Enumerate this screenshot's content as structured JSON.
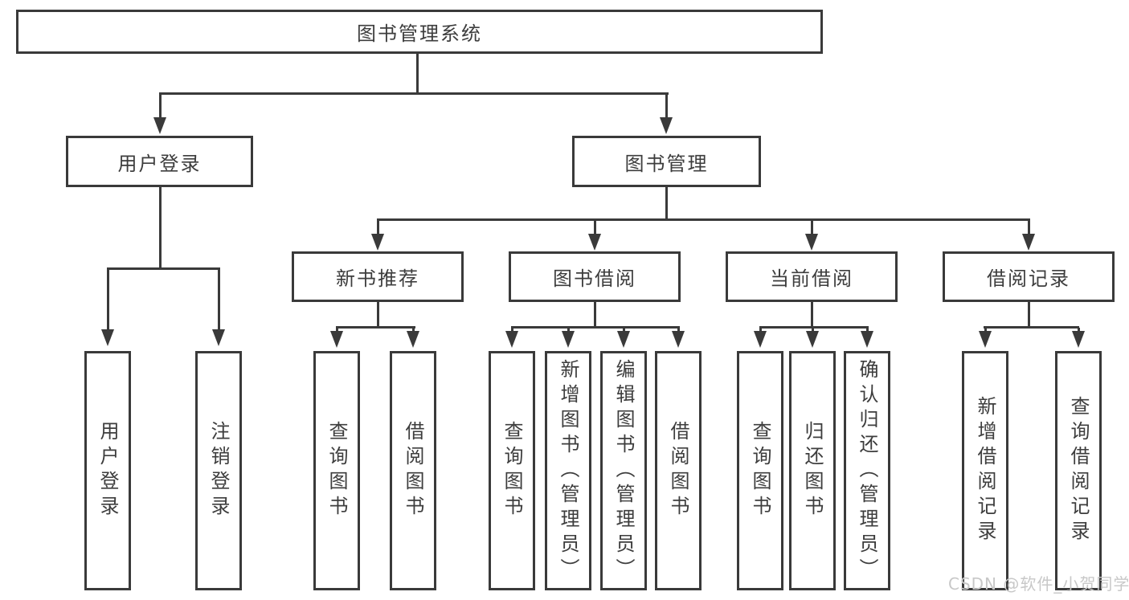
{
  "diagram": {
    "root": {
      "label": "图书管理系统"
    },
    "user_branch": {
      "label": "用户登录",
      "leaves": [
        "用户登录",
        "注销登录"
      ]
    },
    "book_branch": {
      "label": "图书管理",
      "groups": [
        {
          "label": "新书推荐",
          "leaves": [
            "查询图书",
            "借阅图书"
          ]
        },
        {
          "label": "图书借阅",
          "leaves": [
            "查询图书",
            "新增图书（管理员）",
            "编辑图书（管理员）",
            "借阅图书"
          ]
        },
        {
          "label": "当前借阅",
          "leaves": [
            "查询图书",
            "归还图书",
            "确认归还（管理员）"
          ]
        },
        {
          "label": "借阅记录",
          "leaves": [
            "新增借阅记录",
            "查询借阅记录"
          ]
        }
      ]
    },
    "watermark": "CSDN @软件_小贺同学",
    "colors": {
      "line": "#3A3A3A",
      "text": "#3D3D3D",
      "box_background": "#FFFFFF",
      "watermark": "#C8C8C8",
      "background": "#FFFFFF"
    }
  }
}
